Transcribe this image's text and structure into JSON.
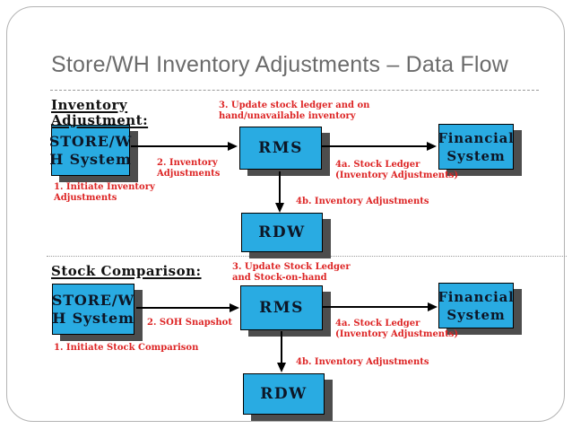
{
  "slide": {
    "title": "Store/WH Inventory Adjustments – Data Flow"
  },
  "colors": {
    "box_fill": "#29abe2",
    "box_border": "#000000",
    "box_shadow": "#4d4d4d",
    "box_text": "#0d1626",
    "label_red": "#dd2525",
    "title_gray": "#6b6b6b",
    "heading_black": "#111111",
    "frame_gray": "#b3b3b3"
  },
  "sections": [
    {
      "heading_lines": [
        "Inventory",
        "Adjustment:"
      ],
      "boxes": {
        "store": {
          "lines": [
            "STORE/W",
            "H System"
          ]
        },
        "rms": {
          "lines": [
            "RMS"
          ]
        },
        "financial": {
          "lines": [
            "Financial",
            "System"
          ]
        },
        "rdw": {
          "lines": [
            "RDW"
          ]
        }
      },
      "labels": {
        "step1": [
          "1. Initiate Inventory",
          "Adjustments"
        ],
        "step2": [
          "2. Inventory",
          "Adjustments"
        ],
        "step3": [
          "3. Update stock ledger and on",
          "hand/unavailable inventory"
        ],
        "step4a": [
          "4a. Stock Ledger",
          "(Inventory Adjustments)"
        ],
        "step4b": [
          "4b. Inventory Adjustments"
        ]
      }
    },
    {
      "heading_lines": [
        "Stock Comparison:"
      ],
      "boxes": {
        "store": {
          "lines": [
            "STORE/W",
            "H System"
          ]
        },
        "rms": {
          "lines": [
            "RMS"
          ]
        },
        "financial": {
          "lines": [
            "Financial",
            "System"
          ]
        },
        "rdw": {
          "lines": [
            "RDW"
          ]
        }
      },
      "labels": {
        "step1": [
          "1. Initiate Stock Comparison"
        ],
        "step2": [
          "2. SOH Snapshot"
        ],
        "step3": [
          "3. Update Stock Ledger",
          "and Stock-on-hand"
        ],
        "step4a": [
          "4a. Stock Ledger",
          "(Inventory Adjustments)"
        ],
        "step4b": [
          "4b. Inventory Adjustments"
        ]
      }
    }
  ]
}
